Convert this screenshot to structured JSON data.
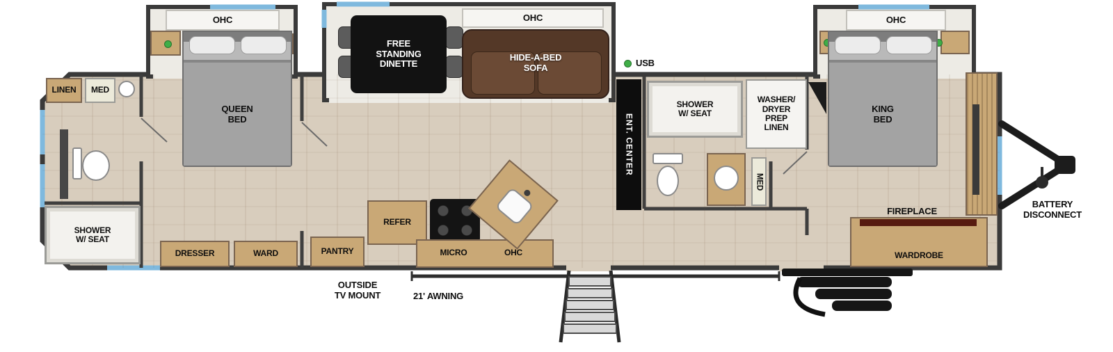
{
  "plan": {
    "rear_bath": {
      "linen": "LINEN",
      "med": "MED",
      "shower": "SHOWER\nW/ SEAT"
    },
    "queen_bedroom": {
      "ohc": "OHC",
      "bed": "QUEEN\nBED",
      "dresser": "DRESSER",
      "ward": "WARD"
    },
    "living": {
      "dinette": "FREE\nSTANDING\nDINETTE",
      "ohc": "OHC",
      "sofa": "HIDE-A-BED\nSOFA",
      "usb": "USB",
      "ent_center": "ENT. CENTER"
    },
    "kitchen": {
      "pantry": "PANTRY",
      "refer": "REFER",
      "micro": "MICRO",
      "ohc": "OHC"
    },
    "mid_bath": {
      "shower": "SHOWER\nW/ SEAT",
      "med": "MED",
      "washer": "WASHER/\nDRYER\nPREP\nLINEN"
    },
    "king_bedroom": {
      "ohc": "OHC",
      "bed": "KING\nBED",
      "fireplace": "FIREPLACE",
      "wardrobe": "WARDROBE"
    },
    "exterior": {
      "outside_tv": "OUTSIDE\nTV MOUNT",
      "awning": "21' AWNING",
      "battery": "BATTERY\nDISCONNECT"
    }
  },
  "colors": {
    "floor": "#d8cdbd",
    "slide_floor": "#edebe5",
    "wall": "#3a3a3a",
    "window": "#7fb9de",
    "cabinet_wood": "#c9a876",
    "usb_green": "#3fae47",
    "fireplace": "#571b10",
    "sofa_brown": "#543827"
  }
}
